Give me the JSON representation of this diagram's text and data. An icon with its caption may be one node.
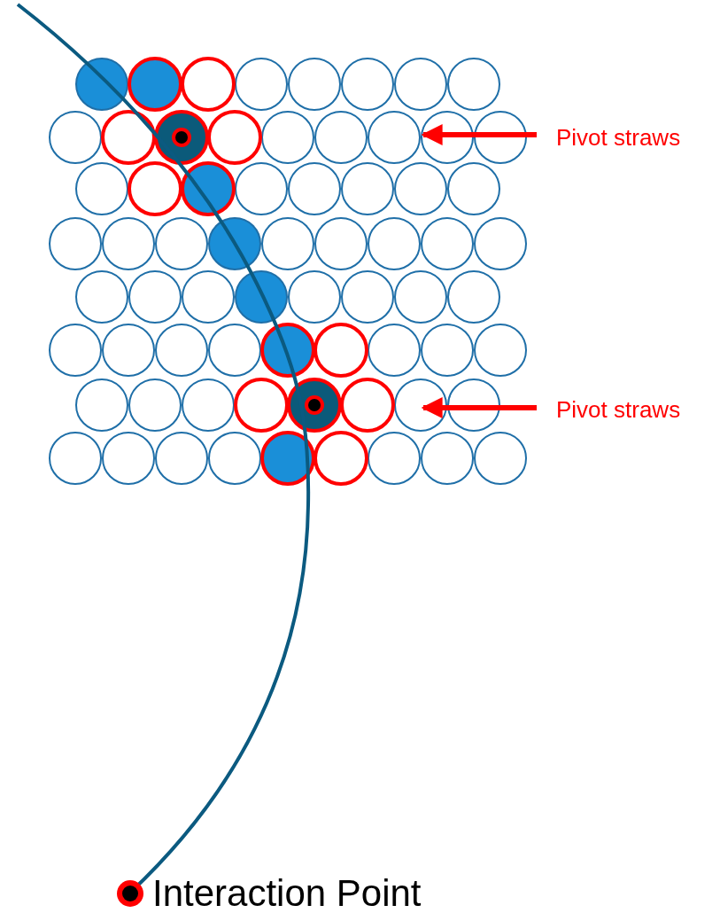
{
  "diagram": {
    "nodes": [
      {
        "text": [
          "Pivot straws"
        ]
      },
      {
        "text": [
          "Pivot straws"
        ]
      }
    ],
    "edges": [
      {
        "from": 0,
        "to": null,
        "arrow": "to"
      },
      {
        "from": 1,
        "to": null,
        "arrow": "to"
      }
    ],
    "labels": [
      "Interaction Point"
    ]
  }
}
